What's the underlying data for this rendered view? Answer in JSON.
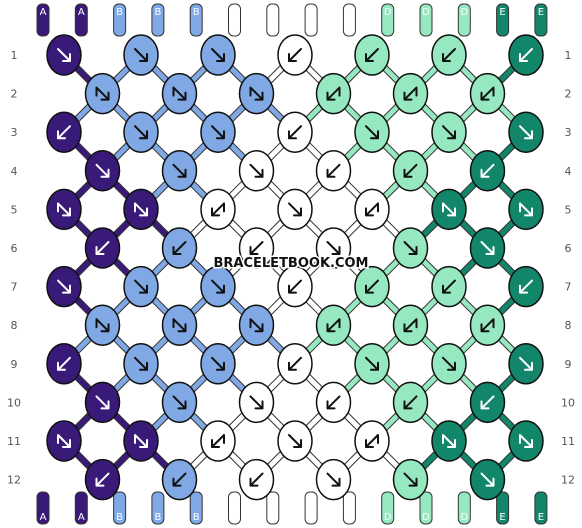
{
  "watermark": "BRACELETBOOK.COM",
  "colors": {
    "A": "#3a1a78",
    "B": "#7fa8e4",
    "C": "#ffffff",
    "D": "#96e8c0",
    "E": "#12866a"
  },
  "top_strands": [
    "A",
    "A",
    "B",
    "B",
    "B",
    "C",
    "C",
    "C",
    "C",
    "D",
    "D",
    "D",
    "E",
    "E"
  ],
  "bottom_strands": [
    "A",
    "A",
    "B",
    "B",
    "B",
    "C",
    "C",
    "C",
    "C",
    "D",
    "D",
    "D",
    "E",
    "E"
  ],
  "row_labels": [
    "1",
    "2",
    "3",
    "4",
    "5",
    "6",
    "7",
    "8",
    "9",
    "10",
    "11",
    "12"
  ],
  "knot_rows": [
    [
      {
        "c": "A",
        "k": "r"
      },
      {
        "c": "B",
        "k": "r"
      },
      {
        "c": "B",
        "k": "r"
      },
      {
        "c": "C",
        "k": "l"
      },
      {
        "c": "D",
        "k": "l"
      },
      {
        "c": "D",
        "k": "l"
      },
      {
        "c": "E",
        "k": "l"
      }
    ],
    [
      {
        "c": "B",
        "k": "br"
      },
      {
        "c": "B",
        "k": "br"
      },
      {
        "c": "B",
        "k": "br"
      },
      {
        "c": "D",
        "k": "bl"
      },
      {
        "c": "D",
        "k": "bl"
      },
      {
        "c": "D",
        "k": "bl"
      }
    ],
    [
      {
        "c": "A",
        "k": "l"
      },
      {
        "c": "B",
        "k": "r"
      },
      {
        "c": "B",
        "k": "r"
      },
      {
        "c": "C",
        "k": "l"
      },
      {
        "c": "D",
        "k": "r"
      },
      {
        "c": "D",
        "k": "r"
      },
      {
        "c": "E",
        "k": "r"
      }
    ],
    [
      {
        "c": "A",
        "k": "r"
      },
      {
        "c": "B",
        "k": "r"
      },
      {
        "c": "C",
        "k": "r"
      },
      {
        "c": "C",
        "k": "l"
      },
      {
        "c": "D",
        "k": "l"
      },
      {
        "c": "E",
        "k": "l"
      }
    ],
    [
      {
        "c": "A",
        "k": "br"
      },
      {
        "c": "A",
        "k": "br"
      },
      {
        "c": "C",
        "k": "bl"
      },
      {
        "c": "C",
        "k": "r"
      },
      {
        "c": "C",
        "k": "bl"
      },
      {
        "c": "E",
        "k": "br"
      },
      {
        "c": "E",
        "k": "br"
      }
    ],
    [
      {
        "c": "A",
        "k": "l"
      },
      {
        "c": "B",
        "k": "l"
      },
      {
        "c": "C",
        "k": "l"
      },
      {
        "c": "C",
        "k": "r"
      },
      {
        "c": "D",
        "k": "r"
      },
      {
        "c": "E",
        "k": "r"
      }
    ],
    [
      {
        "c": "A",
        "k": "r"
      },
      {
        "c": "B",
        "k": "r"
      },
      {
        "c": "B",
        "k": "r"
      },
      {
        "c": "C",
        "k": "l"
      },
      {
        "c": "D",
        "k": "l"
      },
      {
        "c": "D",
        "k": "l"
      },
      {
        "c": "E",
        "k": "l"
      }
    ],
    [
      {
        "c": "B",
        "k": "br"
      },
      {
        "c": "B",
        "k": "br"
      },
      {
        "c": "B",
        "k": "br"
      },
      {
        "c": "D",
        "k": "bl"
      },
      {
        "c": "D",
        "k": "bl"
      },
      {
        "c": "D",
        "k": "bl"
      }
    ],
    [
      {
        "c": "A",
        "k": "l"
      },
      {
        "c": "B",
        "k": "r"
      },
      {
        "c": "B",
        "k": "r"
      },
      {
        "c": "C",
        "k": "l"
      },
      {
        "c": "D",
        "k": "r"
      },
      {
        "c": "D",
        "k": "r"
      },
      {
        "c": "E",
        "k": "r"
      }
    ],
    [
      {
        "c": "A",
        "k": "r"
      },
      {
        "c": "B",
        "k": "r"
      },
      {
        "c": "C",
        "k": "r"
      },
      {
        "c": "C",
        "k": "l"
      },
      {
        "c": "D",
        "k": "l"
      },
      {
        "c": "E",
        "k": "l"
      }
    ],
    [
      {
        "c": "A",
        "k": "br"
      },
      {
        "c": "A",
        "k": "br"
      },
      {
        "c": "C",
        "k": "bl"
      },
      {
        "c": "C",
        "k": "r"
      },
      {
        "c": "C",
        "k": "bl"
      },
      {
        "c": "E",
        "k": "br"
      },
      {
        "c": "E",
        "k": "br"
      }
    ],
    [
      {
        "c": "A",
        "k": "l"
      },
      {
        "c": "B",
        "k": "l"
      },
      {
        "c": "C",
        "k": "l"
      },
      {
        "c": "C",
        "k": "r"
      },
      {
        "c": "D",
        "k": "r"
      },
      {
        "c": "E",
        "k": "r"
      }
    ]
  ]
}
